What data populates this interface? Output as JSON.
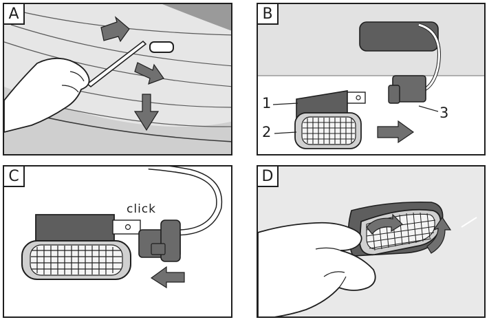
{
  "panels": [
    {
      "label": "A"
    },
    {
      "label": "B",
      "callouts": [
        "1",
        "2",
        "3"
      ]
    },
    {
      "label": "C",
      "text": "click"
    },
    {
      "label": "D"
    }
  ],
  "colors": {
    "outline": "#1e1e1e",
    "arrow_fill": "#707070",
    "housing_fill": "#5e5e5e",
    "connector_fill": "#6a6a6a",
    "panel_fill": "#e9e9e9",
    "grille_fill": "#f4f4f4"
  }
}
